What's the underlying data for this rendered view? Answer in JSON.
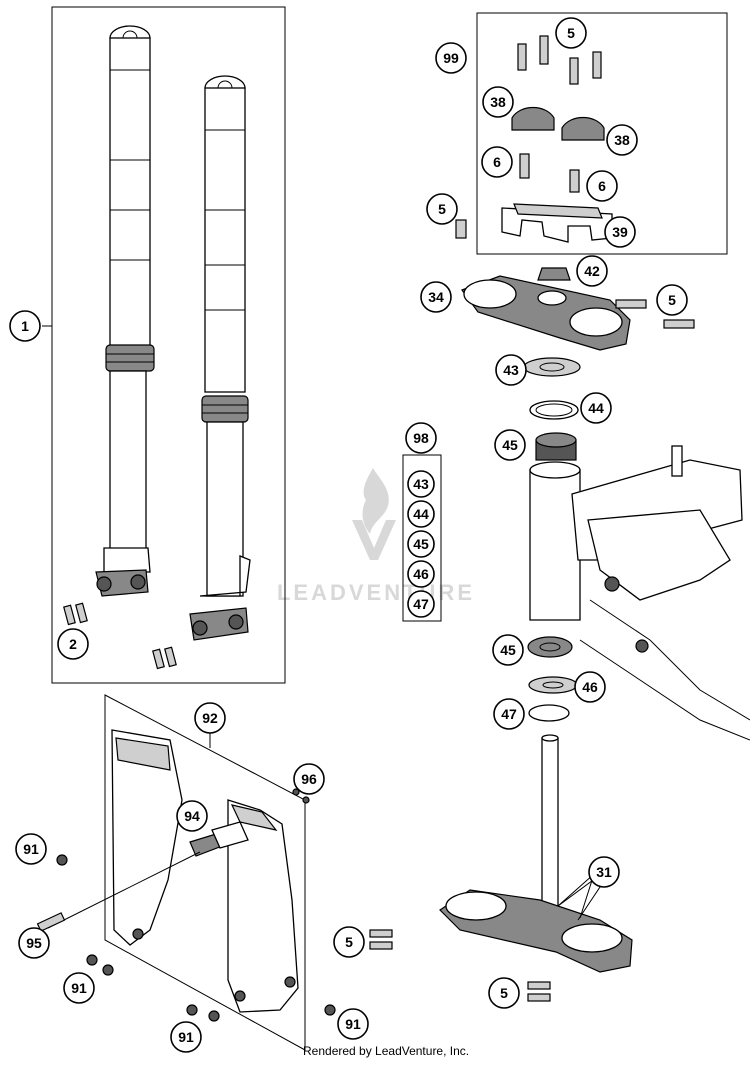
{
  "watermark": {
    "text": "LEADVENTURE"
  },
  "credit": "Rendered by LeadVenture, Inc.",
  "callouts": [
    "1",
    "2",
    "5",
    "5",
    "5",
    "5",
    "5",
    "6",
    "6",
    "31",
    "34",
    "38",
    "38",
    "39",
    "42",
    "43",
    "44",
    "45",
    "45",
    "46",
    "47",
    "91",
    "91",
    "91",
    "91",
    "92",
    "94",
    "95",
    "96",
    "98",
    "99"
  ],
  "kit_98": {
    "label": "98",
    "items": [
      "43",
      "44",
      "45",
      "46",
      "47"
    ]
  },
  "kit_99": {
    "label": "99"
  }
}
